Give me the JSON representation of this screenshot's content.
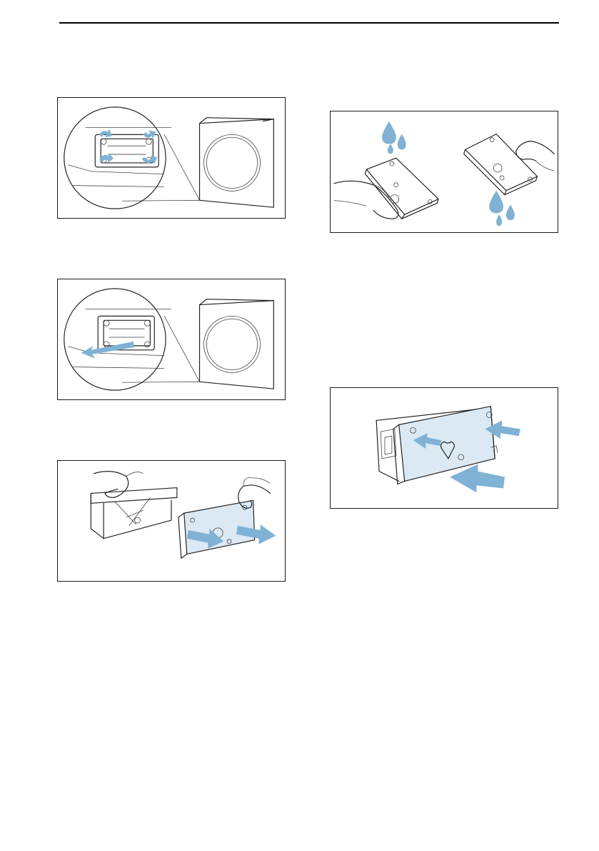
{
  "page": {
    "figures": [
      {
        "name": "remove-clips-figure",
        "icon": "dryer-filter-clips-illustration"
      },
      {
        "name": "pull-out-frame-figure",
        "icon": "dryer-filter-pull-illustration"
      },
      {
        "name": "separate-panel-figure",
        "icon": "filter-panel-separate-illustration"
      },
      {
        "name": "rinse-panel-figure",
        "icon": "filter-rinse-water-illustration"
      },
      {
        "name": "reinsert-panel-figure",
        "icon": "filter-reinsert-illustration"
      }
    ]
  },
  "colors": {
    "accent_blue": "#7fb2d4",
    "panel_fill": "#dbe9f4",
    "line": "#222222"
  }
}
